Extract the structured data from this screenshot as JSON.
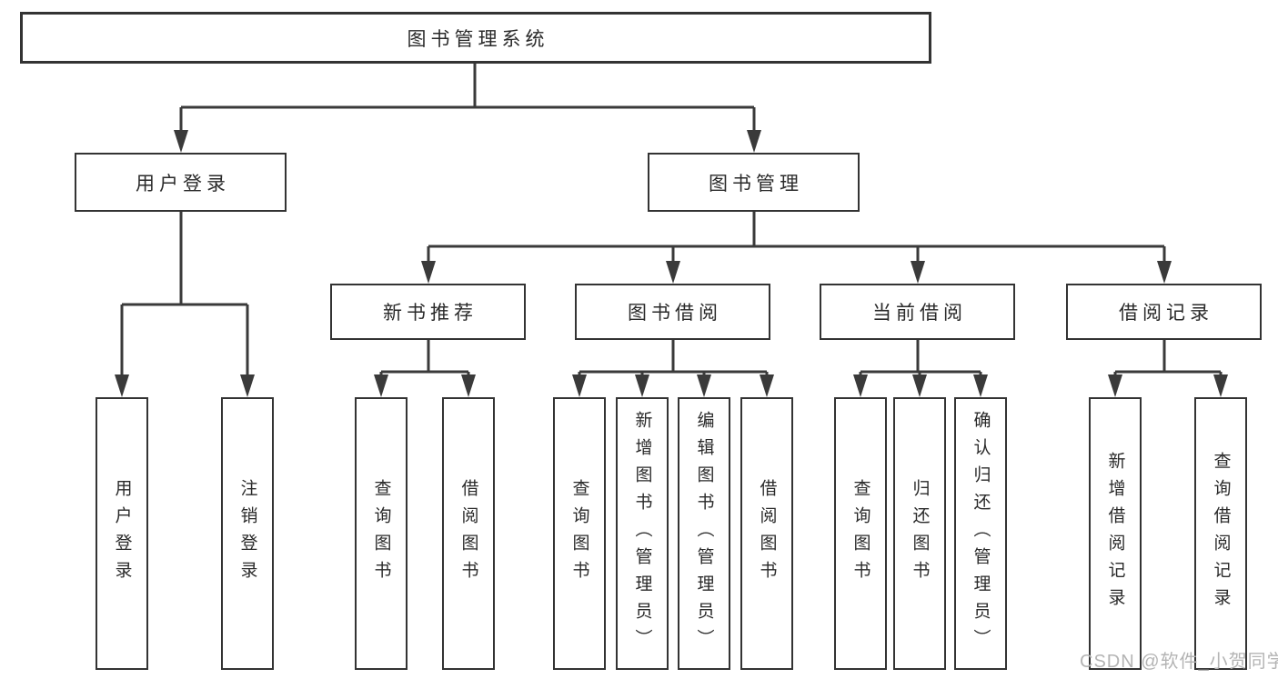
{
  "tree": {
    "root": {
      "label": "图书管理系统"
    },
    "branches": [
      {
        "label": "用户登录",
        "children": [
          {
            "label": "用户登录"
          },
          {
            "label": "注销登录"
          }
        ]
      },
      {
        "label": "图书管理",
        "children": [
          {
            "label": "新书推荐",
            "children": [
              {
                "label": "查询图书"
              },
              {
                "label": "借阅图书"
              }
            ]
          },
          {
            "label": "图书借阅",
            "children": [
              {
                "label": "查询图书"
              },
              {
                "label": "新增图书（管理员）"
              },
              {
                "label": "编辑图书（管理员）"
              },
              {
                "label": "借阅图书"
              }
            ]
          },
          {
            "label": "当前借阅",
            "children": [
              {
                "label": "查询图书"
              },
              {
                "label": "归还图书"
              },
              {
                "label": "确认归还（管理员）"
              }
            ]
          },
          {
            "label": "借阅记录",
            "children": [
              {
                "label": "新增借阅记录"
              },
              {
                "label": "查询借阅记录"
              }
            ]
          }
        ]
      }
    ]
  },
  "watermark": {
    "text": "CSDN @软件_小贺同学"
  },
  "colors": {
    "line": "#3a3a3a",
    "box_border": "#333333",
    "box_fill": "#ffffff",
    "text": "#2a2a2a",
    "watermark": "#b4b4b4",
    "background": "#ffffff"
  }
}
